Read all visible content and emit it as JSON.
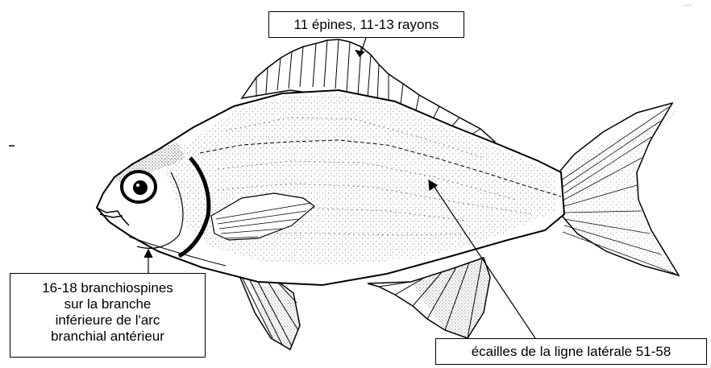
{
  "figure": {
    "labels": {
      "dorsal_fin": "11 épines, 11-13 rayons",
      "gill_rakers": [
        "16-18 branchiospines",
        "sur la branche",
        "inférieure de l'arc",
        "branchial antérieur"
      ],
      "lateral_line": "écailles de la ligne latérale 51-58"
    }
  }
}
